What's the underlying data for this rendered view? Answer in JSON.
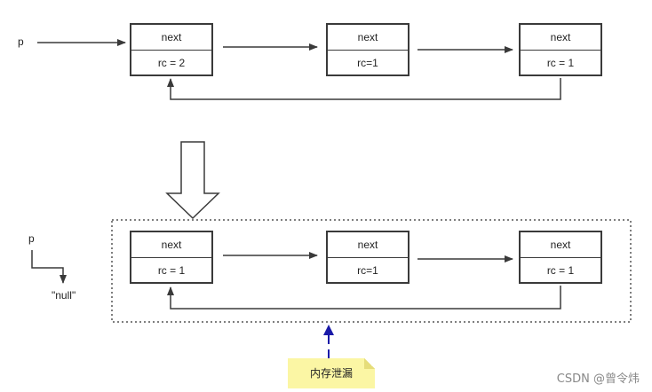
{
  "top": {
    "pointer_label": "p",
    "nodes": [
      {
        "next": "next",
        "rc": "rc = 2"
      },
      {
        "next": "next",
        "rc": "rc=1"
      },
      {
        "next": "next",
        "rc": "rc = 1"
      }
    ]
  },
  "bottom": {
    "pointer_label": "p",
    "null_label": "\"null\"",
    "nodes": [
      {
        "next": "next",
        "rc": "rc = 1"
      },
      {
        "next": "next",
        "rc": "rc=1"
      },
      {
        "next": "next",
        "rc": "rc = 1"
      }
    ]
  },
  "note": {
    "text": "内存泄漏",
    "color": "#fbf6a4"
  },
  "watermark": "CSDN @曾令炜",
  "colors": {
    "line": "#3a3a3a",
    "leak_arrow": "#1a1aa8",
    "dotted_border": "#555555"
  }
}
